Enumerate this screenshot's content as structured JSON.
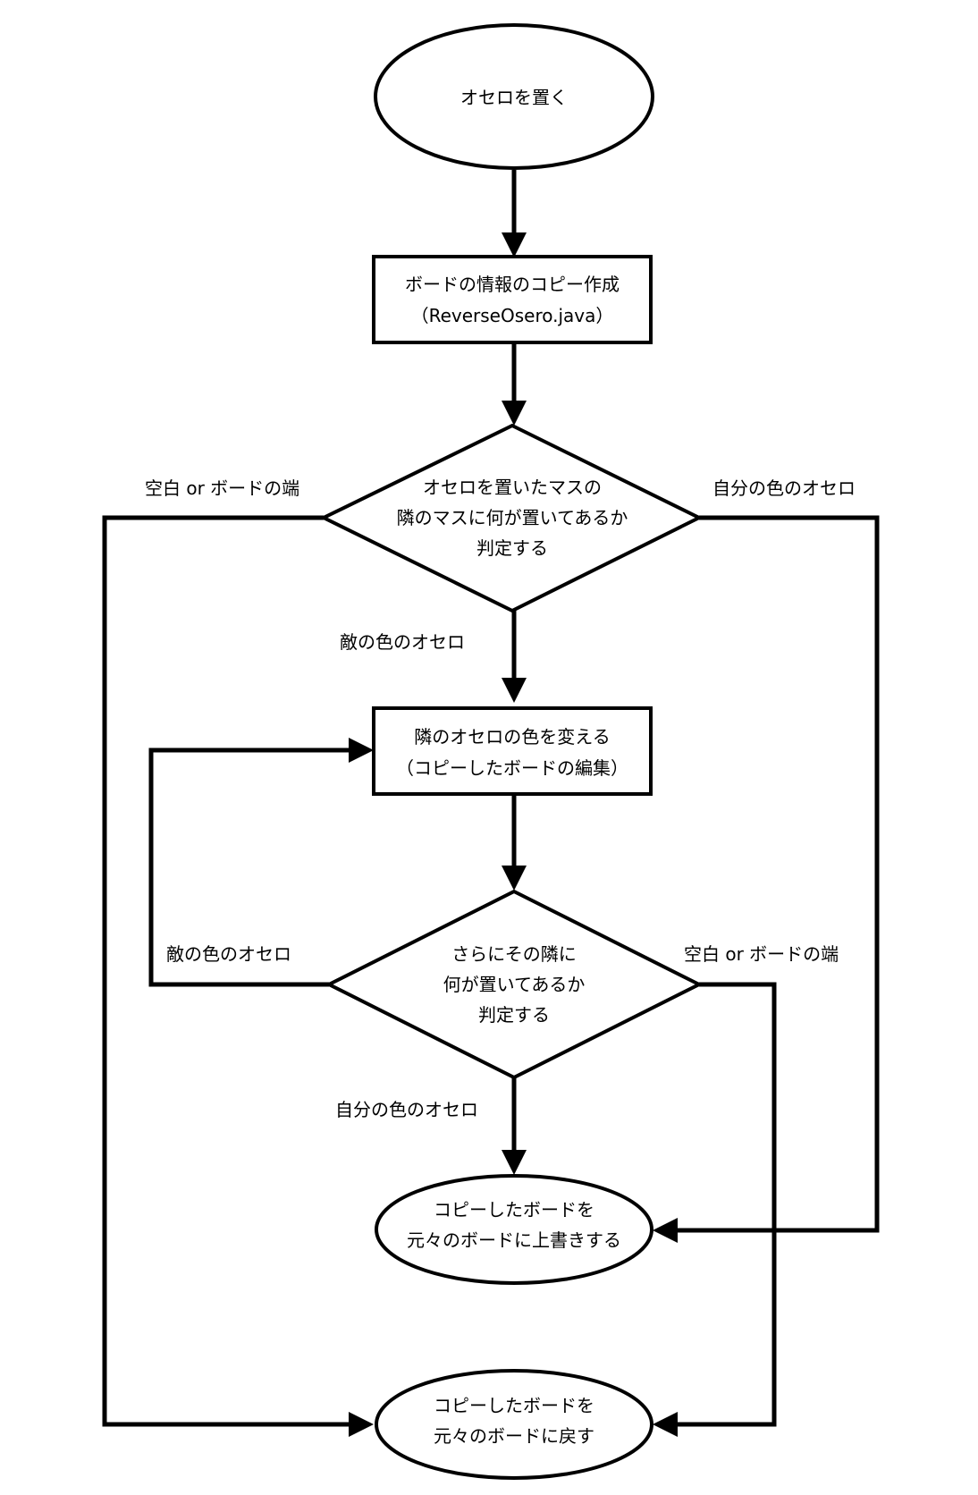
{
  "nodes": {
    "start": {
      "lines": [
        "オセロを置く"
      ]
    },
    "copy_board": {
      "lines": [
        "ボードの情報のコピー作成",
        "（ReverseOsero.java）"
      ]
    },
    "check_adjacent": {
      "lines": [
        "オセロを置いたマスの",
        "隣のマスに何が置いてあるか",
        "判定する"
      ]
    },
    "flip_neighbor": {
      "lines": [
        "隣のオセロの色を変える",
        "（コピーしたボードの編集）"
      ]
    },
    "check_next": {
      "lines": [
        "さらにその隣に",
        "何が置いてあるか",
        "判定する"
      ]
    },
    "overwrite": {
      "lines": [
        "コピーしたボードを",
        "元々のボードに上書きする"
      ]
    },
    "restore": {
      "lines": [
        "コピーしたボードを",
        "元々のボードに戻す"
      ]
    }
  },
  "edges": {
    "check_adjacent_empty": "空白 or ボードの端",
    "check_adjacent_own": "自分の色のオセロ",
    "check_adjacent_enemy": "敵の色のオセロ",
    "check_next_enemy": "敵の色のオセロ",
    "check_next_empty": "空白 or ボードの端",
    "check_next_own": "自分の色のオセロ"
  }
}
